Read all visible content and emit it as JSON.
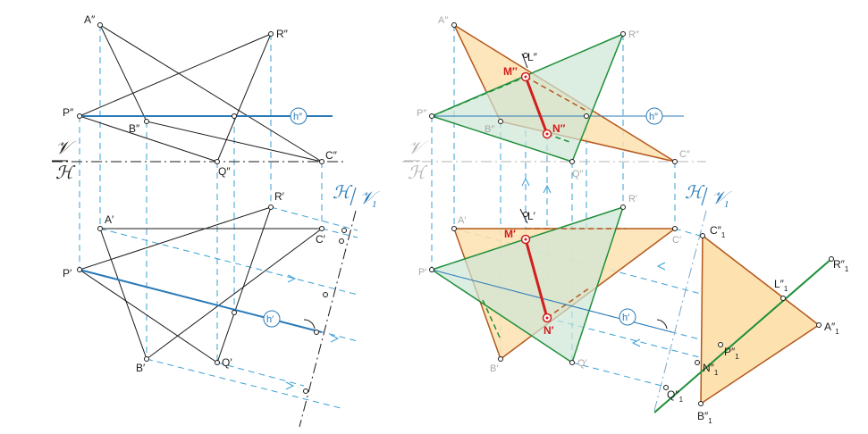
{
  "colors": {
    "blue": "#2a7ab8",
    "dash_blue": "#3aa0d6",
    "black": "#1a1a1a",
    "green": "#1f8f3a",
    "brown": "#b4581c",
    "orange_fill": "#fde2b0",
    "green_fill": "#cde6d6",
    "red": "#d21d1d",
    "grey": "#a8a8a8"
  },
  "left": {
    "points_v": {
      "A": "A″",
      "R": "R″",
      "P": "P″",
      "B": "B″",
      "C": "C″",
      "Q": "Q″"
    },
    "points_h": {
      "A": "A′",
      "R": "R′",
      "P": "P′",
      "B": "B′",
      "C": "C′",
      "Q": "Q′"
    },
    "plane_v": "𝒱",
    "plane_h": "ℋ",
    "h_v": "h″",
    "h_h": "h′",
    "new_axis_h": "ℋ",
    "new_axis_v": "𝒱",
    "new_axis_v_sub": "1"
  },
  "right": {
    "points_v": {
      "A": "A″",
      "R": "R″",
      "P": "P″",
      "B": "B″",
      "C": "C″",
      "Q": "Q″"
    },
    "points_h": {
      "A": "A′",
      "R": "R′",
      "P": "P′",
      "B": "B′",
      "C": "C′",
      "Q": "Q′"
    },
    "L_v": "L″",
    "L_h": "L′",
    "M_v": "M″",
    "N_v": "N″",
    "M_h": "M′",
    "N_h": "N′",
    "plane_v": "𝒱",
    "plane_h": "ℋ",
    "h_v": "h″",
    "h_h": "h′",
    "new_axis_h": "ℋ",
    "new_axis_v": "𝒱",
    "new_axis_v_sub": "1",
    "points_1": {
      "C": "C″",
      "R": "R″",
      "L": "L″",
      "A": "A″",
      "P": "P″",
      "N": "N″",
      "Q": "Q″",
      "B": "B″"
    },
    "sub_1": "1"
  }
}
